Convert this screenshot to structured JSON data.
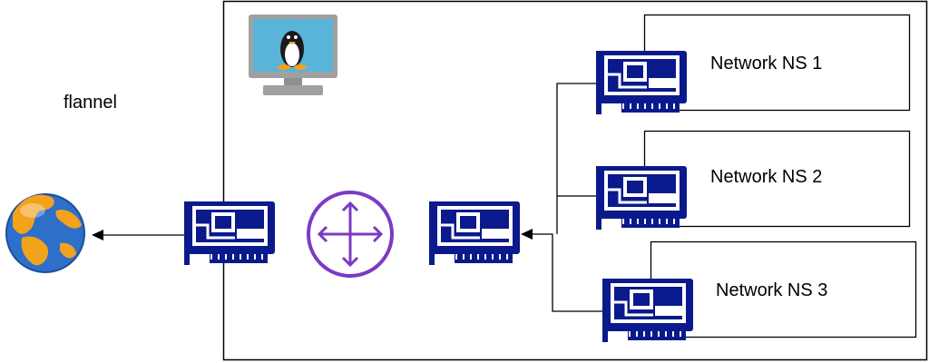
{
  "diagram": {
    "side_label": "flannel",
    "namespaces": [
      {
        "label": "Network NS 1"
      },
      {
        "label": "Network NS 2"
      },
      {
        "label": "Network NS 3"
      }
    ],
    "icons": {
      "globe": "globe-icon",
      "host": "linux-monitor-icon",
      "router": "router-icon",
      "nic": "network-interface-card-icon"
    },
    "colors": {
      "nic": "#0A1A8C",
      "router": "#7C3AC4",
      "monitor_screen": "#59B4D9",
      "monitor_frame": "#A0A0A0",
      "lines": "#000000"
    }
  }
}
